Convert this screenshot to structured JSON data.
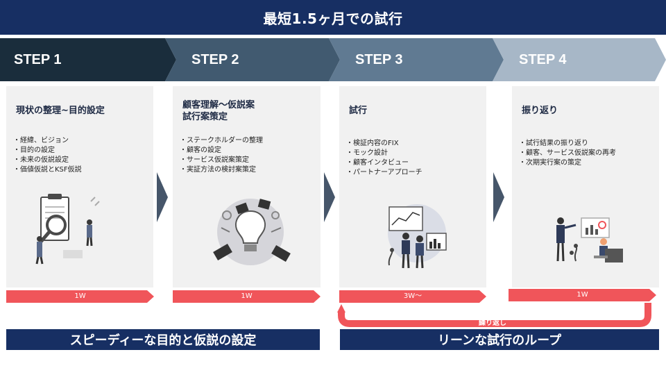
{
  "header": {
    "title": "最短1.5ヶ月での試行"
  },
  "steps": [
    {
      "label": "STEP 1",
      "color": "#1a2d3c"
    },
    {
      "label": "STEP 2",
      "color": "#415a70"
    },
    {
      "label": "STEP 3",
      "color": "#607a92"
    },
    {
      "label": "STEP 4",
      "color": "#a7b7c7"
    }
  ],
  "cards": [
    {
      "title": "現状の整理~目的設定",
      "items": [
        "・経緯、ビジョン",
        "・目的の設定",
        "・未来の仮説設定",
        "・価値仮説とKSF仮説"
      ],
      "duration": "1W"
    },
    {
      "title_line1": "顧客理解～仮説案",
      "title_line2": "試行案策定",
      "items": [
        "・ステークホルダーの整理",
        "・顧客の設定",
        "・サービス仮説案策定",
        "・実証方法の検討案策定"
      ],
      "duration": "1W"
    },
    {
      "title": "試行",
      "items": [
        "・検証内容のFIX",
        "・モック設計",
        "・顧客インタビュー",
        "・パートナーアプローチ"
      ],
      "duration": "3W～"
    },
    {
      "title": "振り返り",
      "items": [
        "・試行結果の振り返り",
        "・顧客、サービス仮説案の再考",
        "・次期実行案の策定"
      ],
      "duration": "1W"
    }
  ],
  "loop": {
    "label": "繰り返し"
  },
  "banners": {
    "left": "スピーディーな目的と仮説の設定",
    "right": "リーンな試行のループ"
  },
  "colors": {
    "navy": "#172f63",
    "accent": "#f0555a",
    "card_bg": "#f1f1f1",
    "separator": "#46566a"
  },
  "icons": [
    "clipboard-search-illustration",
    "lightbulb-hands-illustration",
    "dashboard-team-illustration",
    "presentation-review-illustration"
  ]
}
